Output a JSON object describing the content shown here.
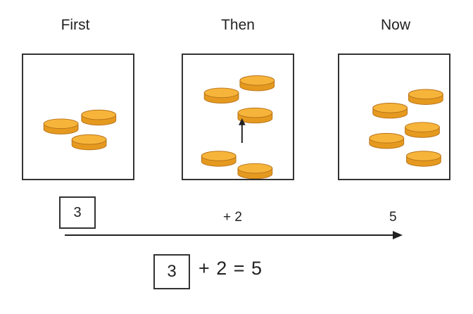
{
  "headings": {
    "first": "First",
    "then": "Then",
    "now": "Now"
  },
  "panels": {
    "first": {
      "coins": 3,
      "coin_icon": "coin-icon"
    },
    "then": {
      "coins": 5,
      "arrow_icon": "arrow-up-icon"
    },
    "now": {
      "coins": 5
    }
  },
  "number_line": {
    "start_value": "3",
    "change_label": "+ 2",
    "end_value": "5"
  },
  "equation": {
    "boxed_value": "3",
    "rest": "+ 2 = 5"
  },
  "colors": {
    "coin_face": "#f6b53a",
    "coin_side": "#e59a1f",
    "coin_outline": "#b9731a",
    "line": "#222222"
  }
}
